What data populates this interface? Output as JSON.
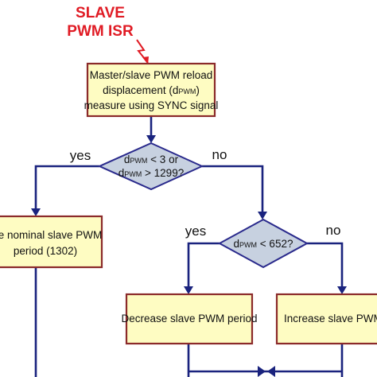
{
  "title": {
    "line1": "SLAVE",
    "line2": "PWM ISR"
  },
  "measure_box": {
    "line1": "Master/slave PWM reload",
    "line2_pre": "displacement (d",
    "line2_sub": "PWM",
    "line2_post": ")",
    "line3": "measure using SYNC signal"
  },
  "decision1": {
    "line1_pre": "d",
    "line1_sub": "PWM",
    "line1_post": " < 3 or",
    "line2_pre": "d",
    "line2_sub": "PWM",
    "line2_post": " > 1299?",
    "yes": "yes",
    "no": "no"
  },
  "restore_box": {
    "line1": "ore nominal slave PWM",
    "line2": "period (1302)"
  },
  "decision2": {
    "pre": "d",
    "sub": "PWM",
    "post": " < 652?",
    "yes": "yes",
    "no": "no"
  },
  "decrease_box": {
    "label": "Decrease slave PWM period"
  },
  "increase_box": {
    "label": "Increase slave PWM peri"
  }
}
